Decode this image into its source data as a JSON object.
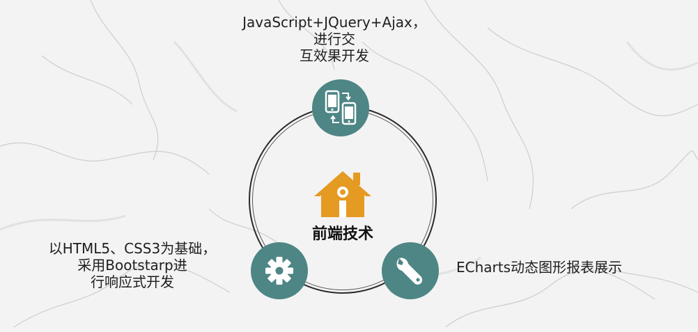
{
  "top_text": {
    "line1": "JavaScript+JQuery+Ajax，",
    "line2": "进行交",
    "line3": "互效果开发"
  },
  "left_text": {
    "line1": "以HTML5、CSS3为基础，",
    "line2": "采用Bootstarp进",
    "line3": "行响应式开发"
  },
  "right_text": {
    "line1": "ECharts动态图形报表展示"
  },
  "center": {
    "title": "前端技术",
    "icon": "house-icon"
  },
  "nodes": {
    "top_icon": "mobile-phones-icon",
    "left_icon": "gear-icon",
    "right_icon": "wrench-icon"
  },
  "colors": {
    "node_fill": "#4e8585",
    "house_fill": "#e59a22",
    "ring": "#2a2a2a"
  }
}
